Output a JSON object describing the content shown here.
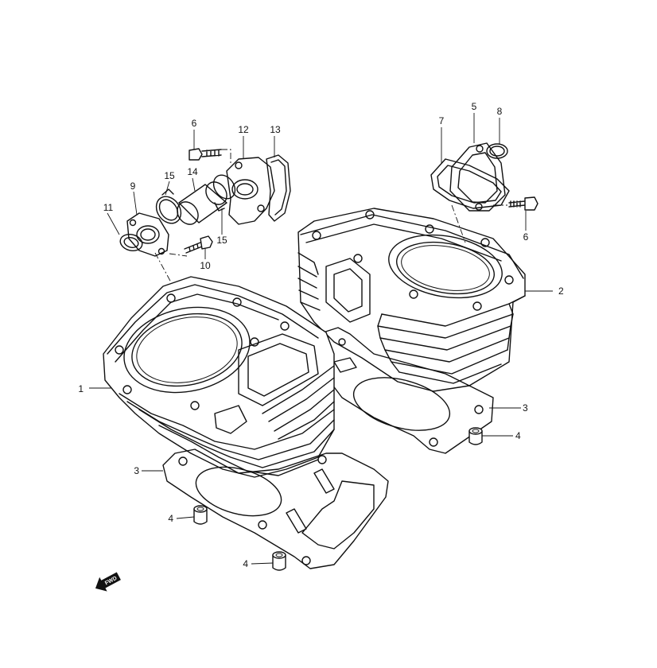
{
  "callouts": {
    "c1": "1",
    "c2": "2",
    "c3a": "3",
    "c3b": "3",
    "c4a": "4",
    "c4b": "4",
    "c4c": "4",
    "c5": "5",
    "c6a": "6",
    "c6b": "6",
    "c7": "7",
    "c8": "8",
    "c9": "9",
    "c10": "10",
    "c11": "11",
    "c12": "12",
    "c13": "13",
    "c14": "14",
    "c15a": "15",
    "c15b": "15"
  },
  "fwd_arrow_label": "FWD"
}
